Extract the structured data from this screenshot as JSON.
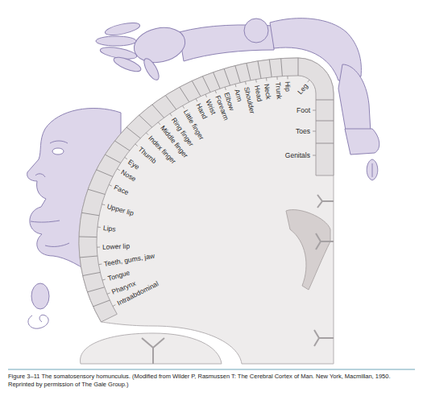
{
  "diagram": {
    "caption": "Figure 3–11 The somatosensory homunculus. (Modified from Wilder P, Rasmussen T: The Cerebral Cortex of Man. New York, Macmillan, 1950. Reprinted by permission of The Gale Group.)",
    "labels": [
      "Hand",
      "Wrist",
      "Forearm",
      "Elbow",
      "Arm",
      "Shoulder",
      "Head",
      "Neck",
      "Trunk",
      "Hip",
      "Leg",
      "Foot",
      "Toes",
      "Genitals",
      "Little finger",
      "Ring finger",
      "Middle finger",
      "Index finger",
      "Thumb",
      "Eye",
      "Nose",
      "Face",
      "Upper lip",
      "Lips",
      "Lower lip",
      "Teeth, gums, jaw",
      "Tongue",
      "Pharynx",
      "Intraabdominal"
    ]
  }
}
